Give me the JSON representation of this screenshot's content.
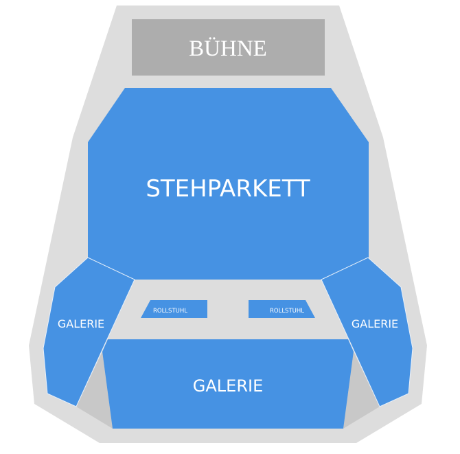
{
  "colors": {
    "venue": "#dddddd",
    "stage": "#adadad",
    "section": "#4692e3",
    "dead_zone": "#c8c8c8",
    "label": "#ffffff"
  },
  "stage": {
    "label": "BÜHNE"
  },
  "sections": {
    "stehparkett": {
      "label": "STEHPARKETT"
    },
    "galerie_left": {
      "label": "GALERIE"
    },
    "galerie_right": {
      "label": "GALERIE"
    },
    "galerie_center": {
      "label": "GALERIE"
    },
    "rollstuhl_left": {
      "label": "ROLLSTUHL"
    },
    "rollstuhl_right": {
      "label": "ROLLSTUHL"
    }
  }
}
